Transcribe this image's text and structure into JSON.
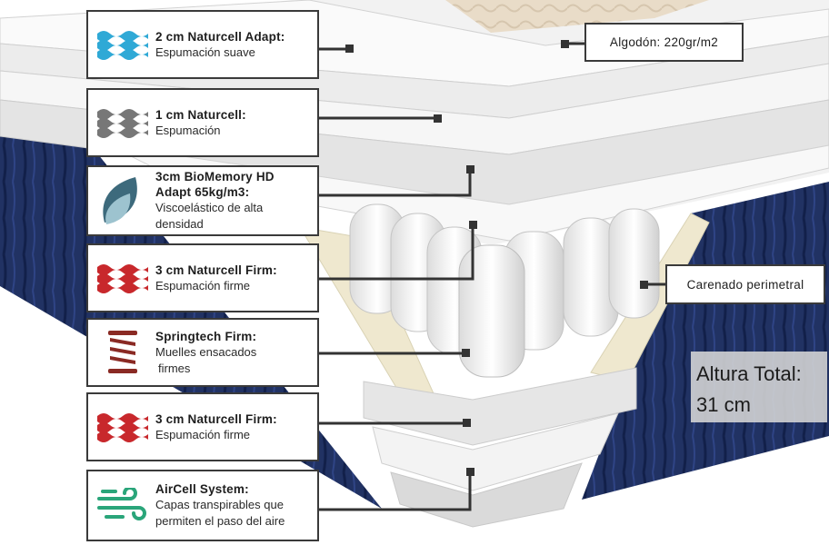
{
  "labels": [
    {
      "id": "naturcell-adapt",
      "title": "2 cm Naturcell Adapt:",
      "desc": [
        "Espumación suave"
      ],
      "icon": "wave-foam-blue-icon",
      "color": "#2fa9d6"
    },
    {
      "id": "naturcell",
      "title": "1 cm Naturcell:",
      "desc": [
        "Espumación"
      ],
      "icon": "wave-foam-gray-icon",
      "color": "#777777"
    },
    {
      "id": "biomemory",
      "title": "3cm BioMemory HD Adapt 65kg/m3:",
      "desc": [
        "Viscoelástico de alta",
        "densidad"
      ],
      "icon": "leaf-icon",
      "color": "#3d6a7c"
    },
    {
      "id": "naturcell-firm-top",
      "title": "3 cm Naturcell Firm:",
      "desc": [
        "Espumación firme"
      ],
      "icon": "wave-foam-red-icon",
      "color": "#c8282c"
    },
    {
      "id": "springtech",
      "title": "Springtech Firm:",
      "desc": [
        "Muelles ensacados",
        "firmes"
      ],
      "icon": "spring-icon",
      "color": "#8a2a24"
    },
    {
      "id": "naturcell-firm-bottom",
      "title": "3 cm Naturcell Firm:",
      "desc": [
        "Espumación firme"
      ],
      "icon": "wave-foam-red-icon",
      "color": "#c8282c"
    },
    {
      "id": "aircell",
      "title": "AirCell System:",
      "desc": [
        "Capas transpirables que",
        "permiten el paso del aire"
      ],
      "icon": "airflow-icon",
      "color": "#2aa57a"
    }
  ],
  "side_labels": {
    "algodon": "Algodón: 220gr/m2",
    "carenado": "Carenado perimetral"
  },
  "total_height": {
    "label": "Altura Total:",
    "value": "31 cm"
  }
}
